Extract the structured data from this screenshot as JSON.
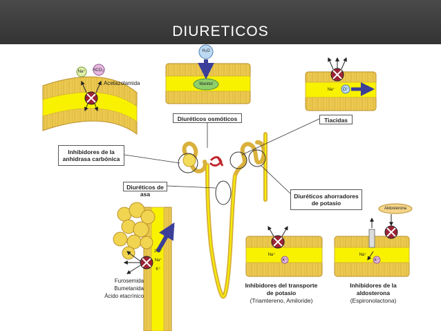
{
  "slide": {
    "title": "DIURETICOS"
  },
  "labels": {
    "carbonic": "Inhibidores de la anhidrasa carbónica",
    "osmotic": "Diuréticos osmóticos",
    "thiazide": "Tiacidas",
    "loop": "Diuréticos de asa",
    "sparing": "Diuréticos ahorradores de potasio"
  },
  "drugs": {
    "acetazolamide": "Acetazolamida",
    "mannitol": "Manitol",
    "loop_list": [
      "Furosemida",
      "Bumetanida",
      "Ácido etacrínico"
    ]
  },
  "ions": {
    "na": "Na⁺",
    "hco3": "HCO₃⁻",
    "h2o": "H₂O",
    "cl": "Cl⁻",
    "k": "K⁺",
    "two_cl": "2Cl⁻",
    "aldosterone": "Aldosterona"
  },
  "captions": {
    "potassium_transport_title": "Inhibidores del transporte de potasio",
    "potassium_transport_drugs": "(Triamtereno, Amiloride)",
    "aldosterone_title": "Inhibidores de la aldosterona",
    "aldosterone_drugs": "(Espironolactona)"
  },
  "colors": {
    "tubule_wall": "#e9c64a",
    "lumen": "#f8f200",
    "block": "#9b2335",
    "arrow": "#3b3f9a"
  }
}
